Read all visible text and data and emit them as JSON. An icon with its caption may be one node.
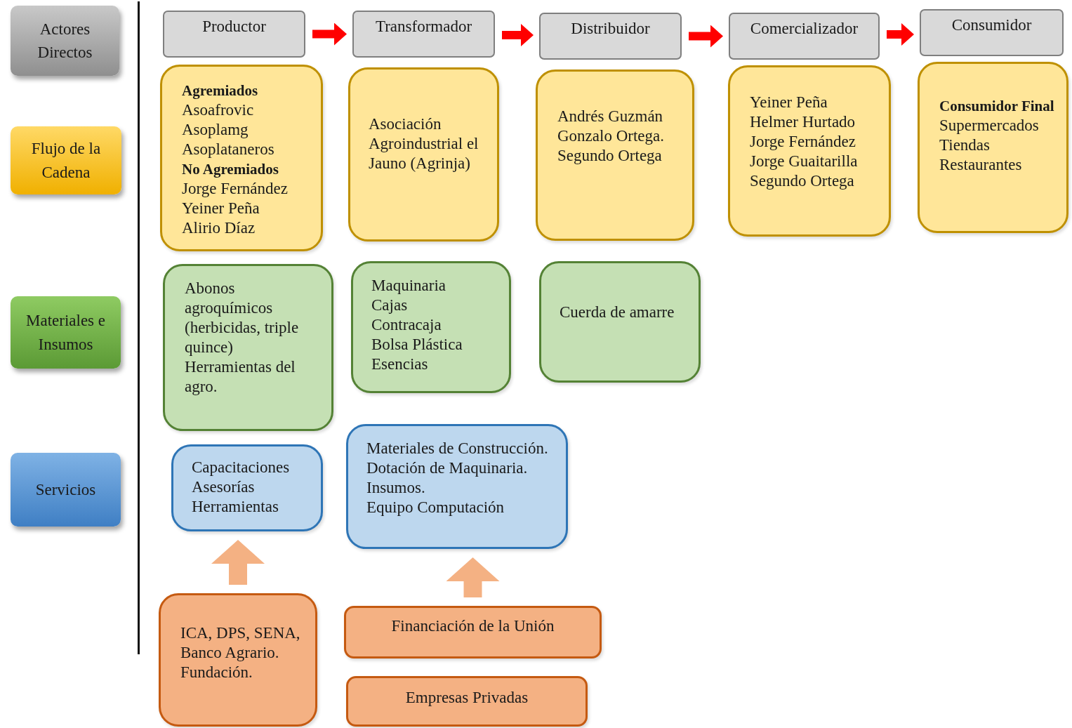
{
  "diagram": {
    "nodes": [
      {
        "text": [
          "Actores Directos"
        ]
      },
      {
        "text": [
          "Flujo de la Cadena"
        ]
      },
      {
        "text": [
          "Materiales e Insumos"
        ]
      },
      {
        "text": [
          "Servicios"
        ]
      },
      {
        "text": [
          "Productor"
        ]
      },
      {
        "text": [
          "Transformador"
        ]
      },
      {
        "text": [
          "Distribuidor"
        ]
      },
      {
        "text": [
          "Comercializador"
        ]
      },
      {
        "text": [
          "Consumidor"
        ]
      },
      {
        "text": [
          "**Agremiados**",
          "Asoafrovic",
          "Asoplamg",
          "Asoplataneros",
          "**No Agremiados**",
          "Jorge Fernández",
          "Yeiner Peña",
          "Alirio Díaz"
        ]
      },
      {
        "text": [
          "Asociación Agroindustrial el Jauno (Agrinja)"
        ]
      },
      {
        "text": [
          "Andrés Guzmán",
          "Gonzalo Ortega.",
          "Segundo Ortega"
        ]
      },
      {
        "text": [
          "Yeiner Peña",
          "Helmer Hurtado",
          "Jorge Fernández",
          "Jorge Guaitarilla",
          "Segundo Ortega"
        ]
      },
      {
        "text": [
          "**Consumidor Final**",
          "Supermercados",
          "Tiendas",
          "Restaurantes"
        ]
      },
      {
        "text": [
          "Abonos agroquímicos (herbicidas, triple quince)",
          "Herramientas del agro."
        ]
      },
      {
        "text": [
          "Maquinaria",
          "Cajas",
          "Contracaja",
          "Bolsa Plástica",
          "Esencias"
        ]
      },
      {
        "text": [
          "Cuerda de amarre"
        ]
      },
      {
        "text": [
          "Capacitaciones",
          "Asesorías",
          "Herramientas"
        ]
      },
      {
        "text": [
          "Materiales de Construcción.",
          "Dotación de Maquinaria.",
          "Insumos.",
          "Equipo Computación"
        ]
      },
      {
        "text": [
          "ICA, DPS, SENA, Banco Agrario.",
          "Fundación."
        ]
      },
      {
        "text": [
          "Financiación de la Unión"
        ]
      },
      {
        "text": [
          "Empresas Privadas"
        ]
      }
    ],
    "edges": [
      {
        "from": 4,
        "to": 5,
        "arrow": "to"
      },
      {
        "from": 5,
        "to": 6,
        "arrow": "to"
      },
      {
        "from": 6,
        "to": 7,
        "arrow": "to"
      },
      {
        "from": 7,
        "to": 8,
        "arrow": "to"
      },
      {
        "from": 19,
        "to": 17,
        "arrow": "to",
        "style": "thick",
        "color": "#f4b183"
      },
      {
        "from": 20,
        "to": 18,
        "arrow": "to",
        "style": "thick",
        "color": "#f4b183"
      }
    ]
  }
}
